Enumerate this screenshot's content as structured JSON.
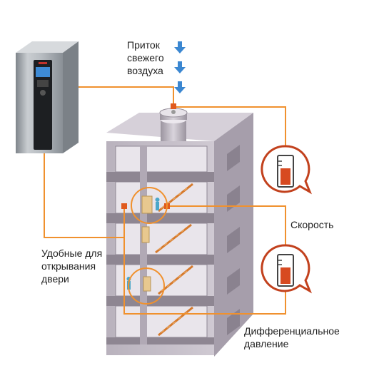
{
  "labels": {
    "fresh_air": [
      "Приток",
      "свежего",
      "воздуха"
    ],
    "speed": "Скорость",
    "doors": [
      "Удобные для",
      "открывания",
      "двери"
    ],
    "diff_pressure": [
      "Дифференциальное",
      "давление"
    ]
  },
  "colors": {
    "accent_line": "#f0912e",
    "sensor_outline": "#c2411d",
    "sensor_fill": "#d74a21",
    "arrow_blue": "#3b87d1",
    "building_front": "#bfb8c3",
    "building_side": "#a39ba8",
    "building_top": "#d3cdd6",
    "drive_body": "#a8aeb4"
  },
  "icons": {
    "drive": "frequency-converter-icon",
    "thermometer": "gauge-sensor-icon",
    "arrow": "arrow-down-icon"
  }
}
